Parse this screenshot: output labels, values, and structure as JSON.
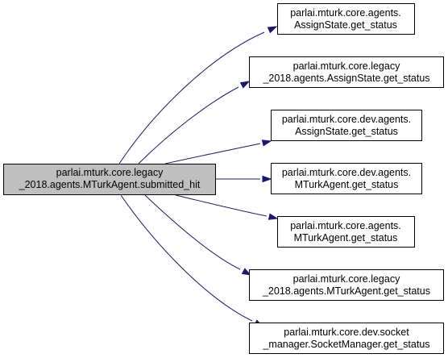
{
  "source": {
    "lines": [
      "parlai.mturk.core.legacy",
      "_2018.agents.MTurkAgent.submitted_hit"
    ]
  },
  "targets": [
    {
      "lines": [
        "parlai.mturk.core.agents.",
        "AssignState.get_status"
      ]
    },
    {
      "lines": [
        "parlai.mturk.core.legacy",
        "_2018.agents.AssignState.get_status"
      ]
    },
    {
      "lines": [
        "parlai.mturk.core.dev.agents.",
        "AssignState.get_status"
      ]
    },
    {
      "lines": [
        "parlai.mturk.core.dev.agents.",
        "MTurkAgent.get_status"
      ]
    },
    {
      "lines": [
        "parlai.mturk.core.agents.",
        "MTurkAgent.get_status"
      ]
    },
    {
      "lines": [
        "parlai.mturk.core.legacy",
        "_2018.agents.MTurkAgent.get_status"
      ]
    },
    {
      "lines": [
        "parlai.mturk.core.dev.socket",
        "_manager.SocketManager.get_status"
      ]
    }
  ],
  "colors": {
    "source_fill": "#bfbfbf",
    "edge": "#191970"
  }
}
